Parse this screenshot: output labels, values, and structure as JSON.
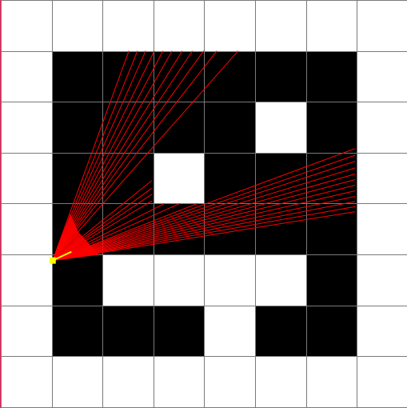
{
  "map": {
    "rows": 8,
    "cols": 8,
    "cells": [
      [
        0,
        0,
        0,
        0,
        0,
        0,
        0,
        0
      ],
      [
        0,
        1,
        1,
        1,
        1,
        1,
        1,
        0
      ],
      [
        0,
        1,
        1,
        1,
        1,
        0,
        1,
        0
      ],
      [
        0,
        1,
        1,
        0,
        1,
        1,
        1,
        0
      ],
      [
        0,
        1,
        1,
        1,
        1,
        1,
        1,
        0
      ],
      [
        0,
        1,
        0,
        0,
        0,
        0,
        1,
        0
      ],
      [
        0,
        1,
        1,
        1,
        0,
        1,
        1,
        0
      ],
      [
        0,
        0,
        0,
        0,
        0,
        0,
        0,
        0
      ]
    ],
    "wall_color": "#000000",
    "floor_color": "#ffffff",
    "grid_line_color": "#7a7a7a"
  },
  "player": {
    "col": 1.05,
    "row": 5.12,
    "heading_deg": -25,
    "color": "#ffff00"
  },
  "rays": {
    "color": "#ff0000",
    "hits": [
      {
        "col": 2.55,
        "row": 1.0
      },
      {
        "col": 2.72,
        "row": 1.0
      },
      {
        "col": 2.88,
        "row": 1.0
      },
      {
        "col": 3.05,
        "row": 1.0
      },
      {
        "col": 3.22,
        "row": 1.0
      },
      {
        "col": 3.4,
        "row": 1.0
      },
      {
        "col": 3.6,
        "row": 1.0
      },
      {
        "col": 3.8,
        "row": 1.0
      },
      {
        "col": 4.02,
        "row": 1.0
      },
      {
        "col": 4.28,
        "row": 1.0
      },
      {
        "col": 4.7,
        "row": 1.0
      },
      {
        "col": 3.0,
        "row": 3.55
      },
      {
        "col": 3.0,
        "row": 3.7
      },
      {
        "col": 3.0,
        "row": 3.82
      },
      {
        "col": 3.0,
        "row": 3.95
      },
      {
        "col": 3.25,
        "row": 4.0
      },
      {
        "col": 3.55,
        "row": 4.0
      },
      {
        "col": 3.9,
        "row": 4.0
      },
      {
        "col": 7.0,
        "row": 2.92
      },
      {
        "col": 7.0,
        "row": 3.05
      },
      {
        "col": 7.0,
        "row": 3.17
      },
      {
        "col": 7.0,
        "row": 3.3
      },
      {
        "col": 7.0,
        "row": 3.42
      },
      {
        "col": 7.0,
        "row": 3.53
      },
      {
        "col": 7.0,
        "row": 3.64
      },
      {
        "col": 7.0,
        "row": 3.75
      },
      {
        "col": 7.0,
        "row": 3.86
      },
      {
        "col": 7.0,
        "row": 3.96
      },
      {
        "col": 7.0,
        "row": 4.06
      },
      {
        "col": 7.0,
        "row": 4.16
      },
      {
        "col": 1.95,
        "row": 5.0
      }
    ]
  }
}
